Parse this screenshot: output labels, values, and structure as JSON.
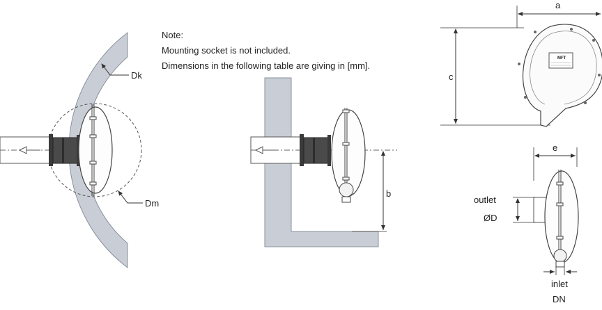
{
  "note": {
    "heading": "Note:",
    "line1": "Mounting socket is not included.",
    "line2": "Dimensions in the following table are giving in [mm]."
  },
  "labels": {
    "dk": "Dk",
    "dm": "Dm",
    "a": "a",
    "b": "b",
    "c": "c",
    "e": "e",
    "outlet": "outlet",
    "od": "ØD",
    "inlet": "inlet",
    "dn": "DN"
  },
  "device_plate": {
    "brand": "MFT"
  },
  "colors": {
    "wall_fill": "#c9ced6",
    "wall_stroke": "#8a919c",
    "line": "#333333",
    "socket": "#444444"
  }
}
